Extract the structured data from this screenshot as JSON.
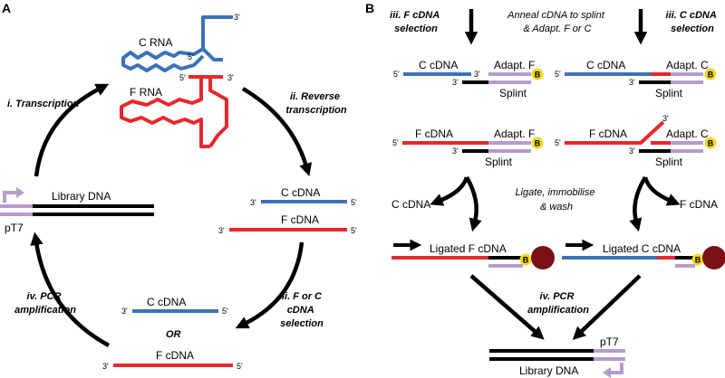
{
  "colors": {
    "c_strand": "#3973b8",
    "f_strand": "#e8282b",
    "adaptor": "#b69ccc",
    "splint": "#000000",
    "biotin": "#f2d91a",
    "bead": "#7a1114"
  },
  "panel_a": {
    "label": "A",
    "c_rna": "C RNA",
    "f_rna": "F RNA",
    "c_rna_three": "3'",
    "c_rna_five": "5'",
    "f_rna_five": "5'",
    "f_rna_three": "3'",
    "step_i": "i. Transcription",
    "step_ii": [
      "ii. Reverse",
      "transcription"
    ],
    "step_iii": [
      "iii. F or C",
      "cDNA",
      "selection"
    ],
    "step_iv": [
      "iv. PCR",
      "amplification"
    ],
    "library_dna": "Library DNA",
    "pt7": "pT7",
    "c_cdna": "C cDNA",
    "f_cdna": "F cDNA",
    "or": "OR",
    "three": "3'",
    "five": "5'"
  },
  "panel_b": {
    "label": "B",
    "step_iii_f": [
      "iii. F cDNA",
      "selection"
    ],
    "step_iii_c": [
      "iii. C cDNA",
      "selection"
    ],
    "anneal": [
      "Anneal cDNA to splint",
      "& Adapt. F or C"
    ],
    "c_cdna": "C cDNA",
    "f_cdna": "F cDNA",
    "adapt_f": "Adapt. F",
    "adapt_c": "Adapt. C",
    "splint": "Splint",
    "biotin": "B",
    "ligate": [
      "Ligate, immobilise",
      "& wash"
    ],
    "ligated_f": "Ligated F cDNA",
    "ligated_c": "Ligated C cDNA",
    "step_iv": [
      "iv. PCR",
      "amplification"
    ],
    "library_dna": "Library DNA",
    "pt7": "pT7",
    "three": "3'",
    "five": "5'"
  }
}
